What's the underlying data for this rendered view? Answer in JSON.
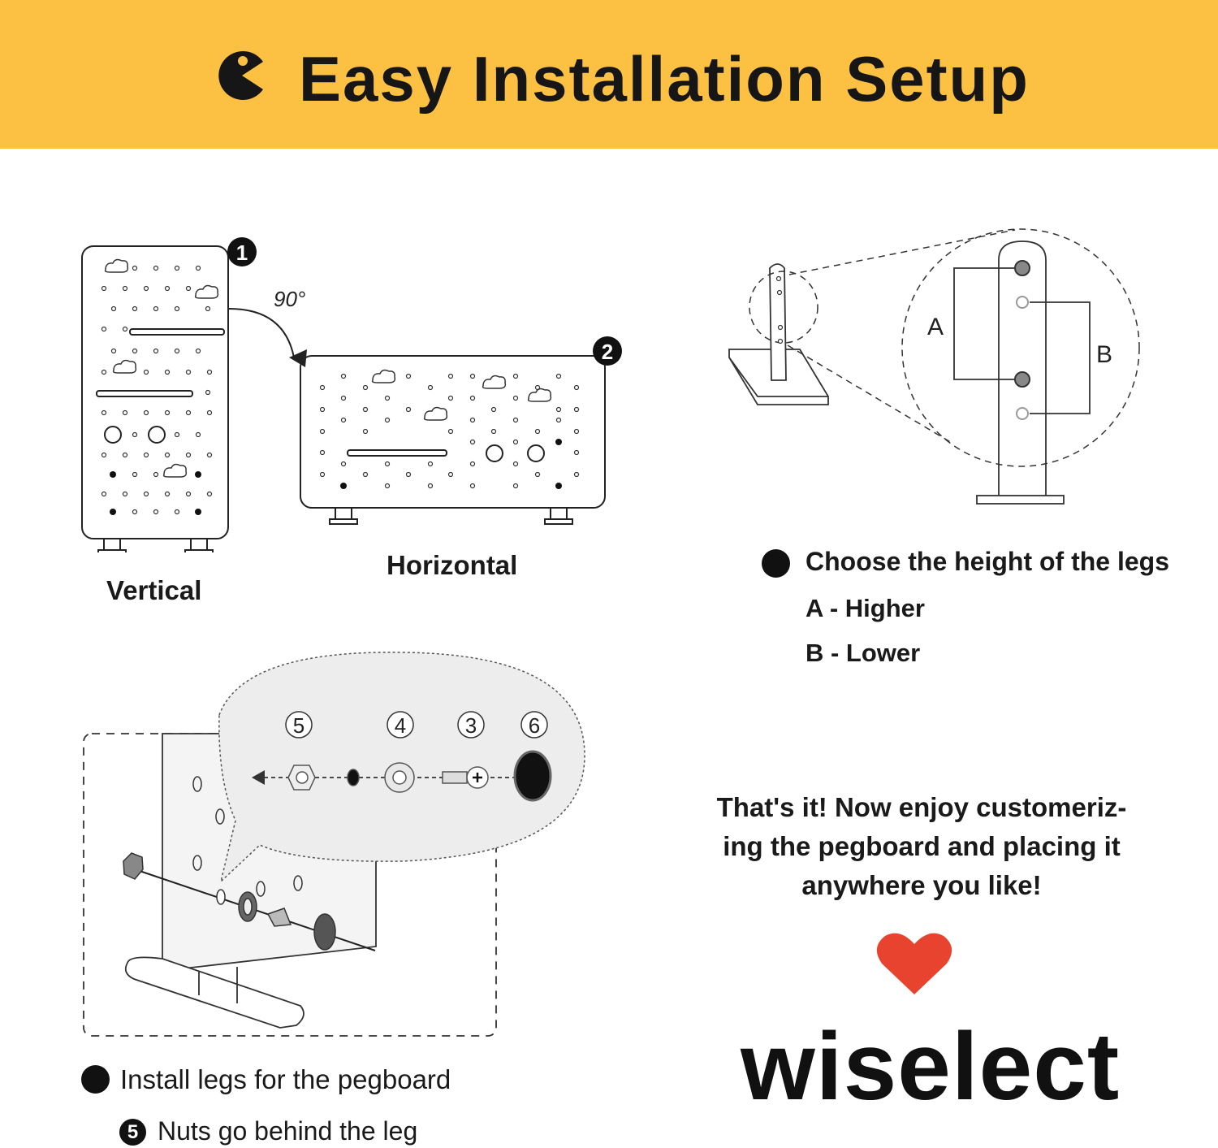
{
  "header": {
    "title": "Easy Installation Setup",
    "logo_icon": "pacman-logo-icon",
    "background_color": "#fcc043"
  },
  "orientation": {
    "step1_number": "1",
    "step2_number": "2",
    "rotation_label": "90°",
    "vertical_label": "Vertical",
    "horizontal_label": "Horizontal"
  },
  "legs_height": {
    "marker_a": "A",
    "marker_b": "B",
    "title": "Choose the height of the legs",
    "option_a": "A - Higher",
    "option_b": "B - Lower"
  },
  "install": {
    "parts": [
      "5",
      "4",
      "3",
      "6"
    ],
    "title": "Install legs for the pegboard",
    "note_number": "5",
    "note": "Nuts go behind the leg"
  },
  "closing": {
    "line1": "That's it! Now enjoy customeriz-",
    "line2": "ing the pegboard and placing it",
    "line3": "anywhere you like!",
    "heart_color": "#e8432e"
  },
  "brand": {
    "name": "wiselect"
  }
}
